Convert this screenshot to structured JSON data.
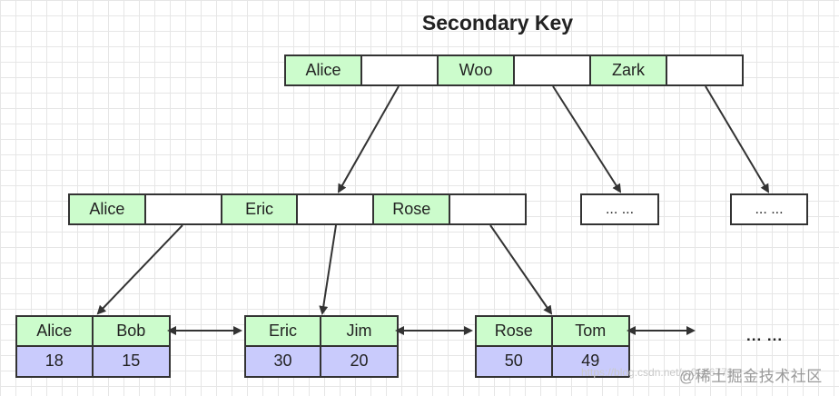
{
  "title": "Secondary Key",
  "root": {
    "keys": [
      "Alice",
      "Woo",
      "Zark"
    ]
  },
  "level2": {
    "keys": [
      "Alice",
      "Eric",
      "Rose"
    ],
    "placeholders": [
      "... ...",
      "... ..."
    ]
  },
  "leaves": [
    {
      "keys": [
        "Alice",
        "Bob"
      ],
      "values": [
        "18",
        "15"
      ]
    },
    {
      "keys": [
        "Eric",
        "Jim"
      ],
      "values": [
        "30",
        "20"
      ]
    },
    {
      "keys": [
        "Rose",
        "Tom"
      ],
      "values": [
        "50",
        "49"
      ]
    }
  ],
  "trailing_ellipsis": "... ...",
  "watermark": {
    "text": "@稀土掘金技术社区",
    "url_text": "https://blog.csdn.net/m0_56773"
  },
  "colors": {
    "key_fill": "#ccfccc",
    "value_fill": "#c9cbfc",
    "stroke": "#333333"
  }
}
